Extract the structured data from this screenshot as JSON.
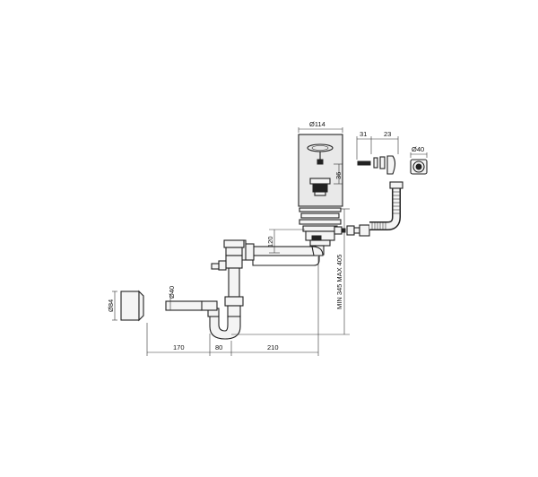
{
  "dimensions": {
    "d114": "Ø114",
    "d40_top": "Ø40",
    "d40_side": "Ø40",
    "d84": "Ø84",
    "v36": "36",
    "v31": "31",
    "v23": "23",
    "v120": "120",
    "h170": "170",
    "h80": "80",
    "h210": "210",
    "range": "MIN 345 MAX 405"
  },
  "colors": {
    "line": "#222222",
    "fill": "#f4f4f4"
  }
}
